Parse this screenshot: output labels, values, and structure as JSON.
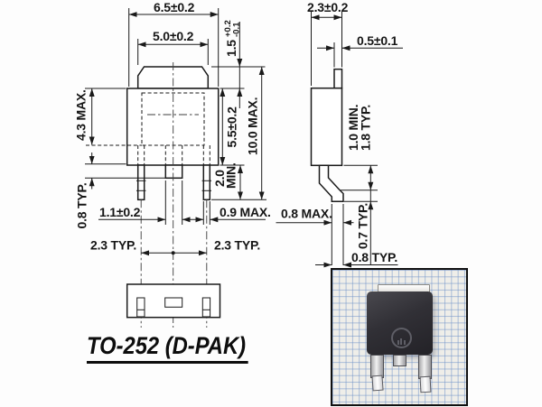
{
  "title": {
    "text": "TO-252 (D-PAK)"
  },
  "colors": {
    "line": "#1a1a1a",
    "photo_grid_blue": "#6e91c8",
    "photo_paper": "#efeee9",
    "component_body": "#2b2a30",
    "lead_metal": "#e8e8e8"
  },
  "front_view": {
    "dim_labels": {
      "overall_width": "6.5±0.2",
      "tab_width": "5.0±0.2",
      "tab_height_value": "1.5",
      "tab_height_tol_plus": "+0.2",
      "tab_height_tol_minus": "-0.1",
      "body_height": "4.3 MAX.",
      "lead_thickness": "0.8 TYP.",
      "center_lead_width": "1.1±0.2",
      "lead_width": "0.9 MAX.",
      "flange_height": "5.5±0.2",
      "overall_height": "10.0 MAX.",
      "lead_length_value": "2.0",
      "lead_length_qualifier": "MIN.",
      "lead_pitch_left": "2.3 TYP.",
      "lead_pitch_right": "2.3 TYP."
    }
  },
  "side_view": {
    "dim_labels": {
      "body_depth": "2.3±0.2",
      "tab_thickness": "0.5±0.1",
      "standoff": "1.0 MIN.",
      "lead_height": "1.8 TYP.",
      "lead_foot_thickness": "0.8 MAX.",
      "foot_height": "0.7 TYP.",
      "foot_length": "0.8 TYP."
    }
  },
  "photo": {
    "description": "TO-252 (D-PAK) component on blue grid paper"
  }
}
